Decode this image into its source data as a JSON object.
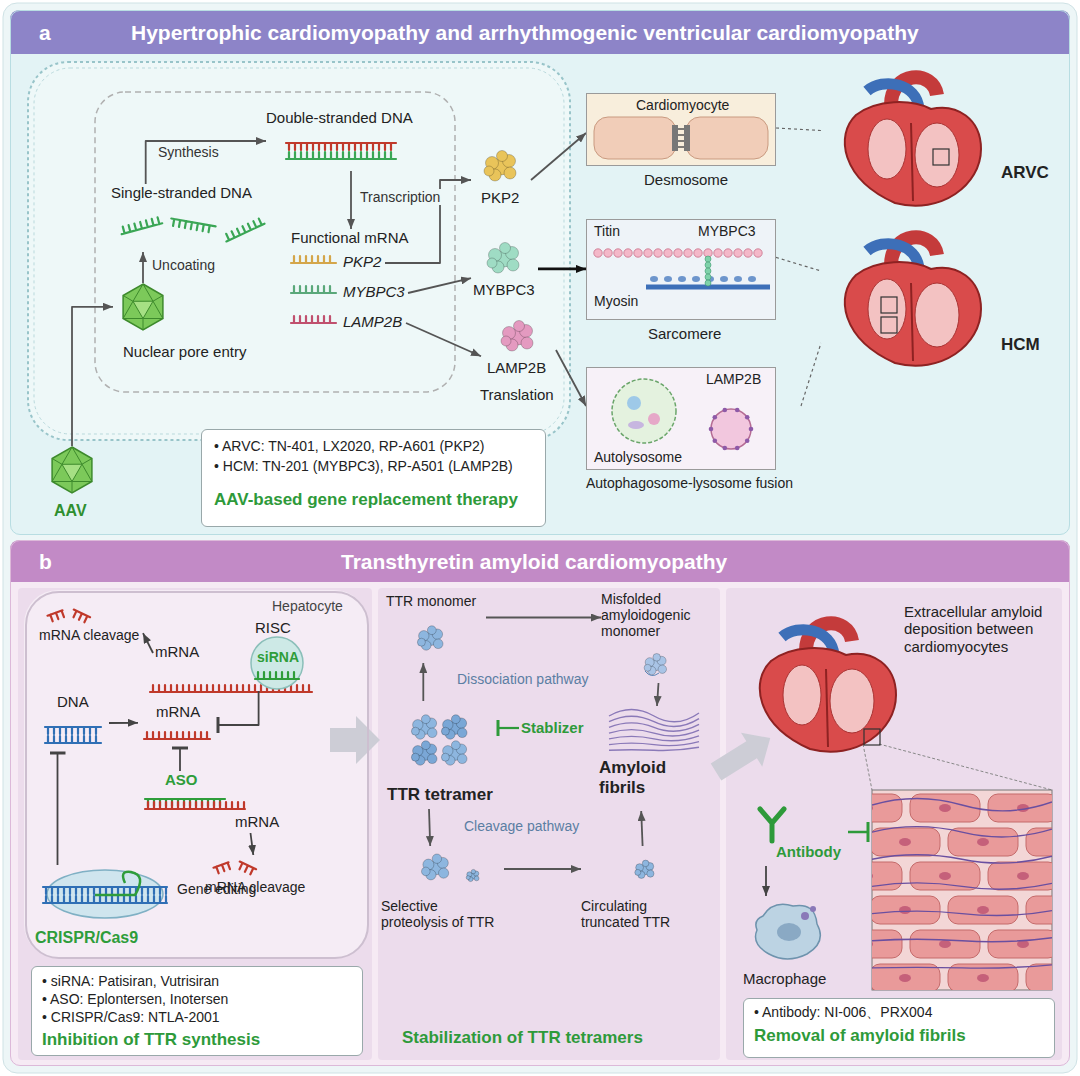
{
  "diagram": {
    "nodes": [
      {
        "text": [
          "a",
          "Hypertrophic cardiomyopathy and arrhythmogenic ventricular cardiomyopathy"
        ]
      },
      {
        "text": [
          "Single-stranded DNA"
        ],
        "in": 0
      },
      {
        "text": [
          "Double-stranded DNA"
        ],
        "in": 0
      },
      {
        "text": [
          "Functional mRNA"
        ],
        "in": 0
      },
      {
        "text": [
          "PKP2"
        ],
        "in": 3
      },
      {
        "text": [
          "MYBPC3"
        ],
        "in": 3
      },
      {
        "text": [
          "LAMP2B"
        ],
        "in": 3
      },
      {
        "text": [
          "Nuclear pore entry"
        ],
        "in": 0
      },
      {
        "text": [
          "AAV"
        ],
        "in": 0
      },
      {
        "text": [
          "PKP2"
        ],
        "in": 0
      },
      {
        "text": [
          "MYBPC3"
        ],
        "in": 0
      },
      {
        "text": [
          "LAMP2B"
        ],
        "in": 0
      },
      {
        "text": [
          "Cardiomyocyte",
          "Desmosome"
        ],
        "in": 0
      },
      {
        "text": [
          "Titin",
          "MYBPC3",
          "Myosin",
          "Sarcomere"
        ],
        "in": 0
      },
      {
        "text": [
          "LAMP2B",
          "Autolysosome",
          "Autophagosome-lysosome fusion"
        ],
        "in": 0
      },
      {
        "text": [
          "ARVC"
        ],
        "in": 0
      },
      {
        "text": [
          "HCM"
        ],
        "in": 0
      },
      {
        "text": [
          "• ARVC: TN-401, LX2020, RP-A601 (PKP2)",
          "• HCM: TN-201 (MYBPC3), RP-A501 (LAMP2B)",
          "AAV-based gene replacement therapy"
        ],
        "in": 0
      },
      {
        "text": [
          "b",
          "Transthyretin amyloid cardiomyopathy"
        ]
      },
      {
        "text": [
          "Hepatocyte"
        ],
        "in": 18
      },
      {
        "text": [
          "mRNA cleavage"
        ],
        "in": 19
      },
      {
        "text": [
          "RISC",
          "siRNA"
        ],
        "in": 19
      },
      {
        "text": [
          "mRNA"
        ],
        "in": 19
      },
      {
        "text": [
          "DNA"
        ],
        "in": 19
      },
      {
        "text": [
          "mRNA"
        ],
        "in": 19
      },
      {
        "text": [
          "ASO",
          "mRNA"
        ],
        "in": 19
      },
      {
        "text": [
          "mRNA cleavage"
        ],
        "in": 19
      },
      {
        "text": [
          "Gene editing",
          "CRISPR/Cas9"
        ],
        "in": 19
      },
      {
        "text": [
          "• siRNA: Patisiran, Vutrisiran",
          "• ASO: Eplontersen, Inotersen",
          "• CRISPR/Cas9: NTLA-2001",
          "Inhibition of TTR synthesis"
        ],
        "in": 18
      },
      {
        "text": [
          "TTR tetramer"
        ],
        "in": 18
      },
      {
        "text": [
          "TTR monomer"
        ],
        "in": 18
      },
      {
        "text": [
          "Misfolded amyloidogenic monomer"
        ],
        "in": 18
      },
      {
        "text": [
          "Amyloid fibrils"
        ],
        "in": 18
      },
      {
        "text": [
          "Selective proteolysis of TTR"
        ],
        "in": 18
      },
      {
        "text": [
          "Circulating truncated TTR"
        ],
        "in": 18
      },
      {
        "text": [
          "Stablizer"
        ],
        "in": 18
      },
      {
        "text": [
          "Extracellular amyloid deposition between cardiomyocytes"
        ],
        "in": 18
      },
      {
        "text": [
          "Antibody"
        ],
        "in": 18
      },
      {
        "text": [
          "Macrophage"
        ],
        "in": 18
      },
      {
        "text": [
          "• Antibody: NI-006、PRX004",
          "Removal of amyloid fibrils"
        ],
        "in": 18
      }
    ],
    "edges": [
      {
        "from": 8,
        "to": 7,
        "arrow": "to"
      },
      {
        "from": 7,
        "to": 1,
        "label": "Uncoating",
        "arrow": "to"
      },
      {
        "from": 1,
        "to": 2,
        "label": "Synthesis",
        "arrow": "to"
      },
      {
        "from": 2,
        "to": 3,
        "label": "Transcription",
        "arrow": "to"
      },
      {
        "from": 4,
        "to": 9,
        "arrow": "to"
      },
      {
        "from": 5,
        "to": 10,
        "arrow": "to"
      },
      {
        "from": 6,
        "to": 11,
        "arrow": "to"
      },
      {
        "from": 9,
        "to": 12,
        "arrow": "to"
      },
      {
        "from": 10,
        "to": 13,
        "arrow": "to"
      },
      {
        "from": 11,
        "to": 14,
        "arrow": "to"
      },
      {
        "from": 12,
        "to": 15,
        "arrow": "none"
      },
      {
        "from": 13,
        "to": 16,
        "arrow": "none"
      },
      {
        "from": 14,
        "to": 16,
        "arrow": "none"
      },
      {
        "from": 23,
        "to": 24,
        "arrow": "to"
      },
      {
        "from": 22,
        "to": 20,
        "arrow": "to"
      },
      {
        "from": 21,
        "to": 24,
        "arrow": "to"
      },
      {
        "from": 25,
        "to": 24,
        "arrow": "to"
      },
      {
        "from": 25,
        "to": 26,
        "arrow": "to"
      },
      {
        "from": 27,
        "to": 23,
        "arrow": "to"
      },
      {
        "from": 29,
        "to": 30,
        "arrow": "to"
      },
      {
        "from": 30,
        "to": 31,
        "arrow": "to"
      },
      {
        "from": 31,
        "to": 32,
        "arrow": "to"
      },
      {
        "from": 29,
        "to": 33,
        "arrow": "to"
      },
      {
        "from": 33,
        "to": 34,
        "arrow": "to"
      },
      {
        "from": 34,
        "to": 32,
        "arrow": "to"
      },
      {
        "from": 35,
        "to": 29,
        "arrow": "to"
      },
      {
        "from": 37,
        "to": 38,
        "arrow": "to"
      }
    ],
    "labels": [
      "Translation",
      "Dissociation pathway",
      "Cleavage pathway",
      "Stabilization of TTR tetramers"
    ]
  }
}
